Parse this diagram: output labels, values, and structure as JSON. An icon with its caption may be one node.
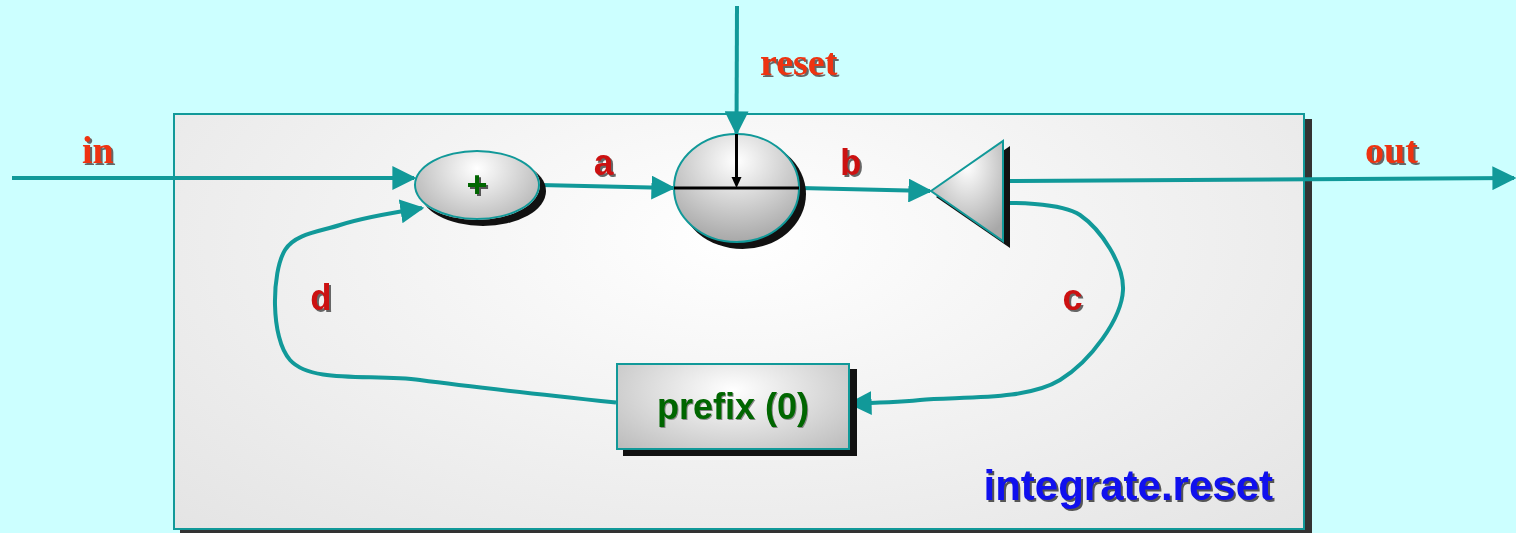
{
  "diagram": {
    "nodes": [
      {
        "text": [
          "integrate.reset"
        ]
      },
      {
        "text": [
          "+"
        ],
        "in": 0
      },
      {
        "text": [],
        "shape": "circle",
        "in": 0
      },
      {
        "text": [],
        "shape": "triangle",
        "in": 0
      },
      {
        "text": [
          "prefix (0)"
        ],
        "in": 0
      }
    ],
    "edges": [
      {
        "from": null,
        "to": 1,
        "arrow": "to",
        "label": "in"
      },
      {
        "from": 1,
        "to": 2,
        "arrow": "to",
        "label": "a"
      },
      {
        "from": 2,
        "to": 3,
        "arrow": "to",
        "label": "b"
      },
      {
        "from": 3,
        "to": null,
        "arrow": "to",
        "label": "out"
      },
      {
        "from": null,
        "to": 2,
        "arrow": "to",
        "label": "reset"
      },
      {
        "from": 3,
        "to": 4,
        "arrow": "to",
        "label": "c"
      },
      {
        "from": 4,
        "to": 1,
        "arrow": "to",
        "label": "d"
      }
    ]
  }
}
